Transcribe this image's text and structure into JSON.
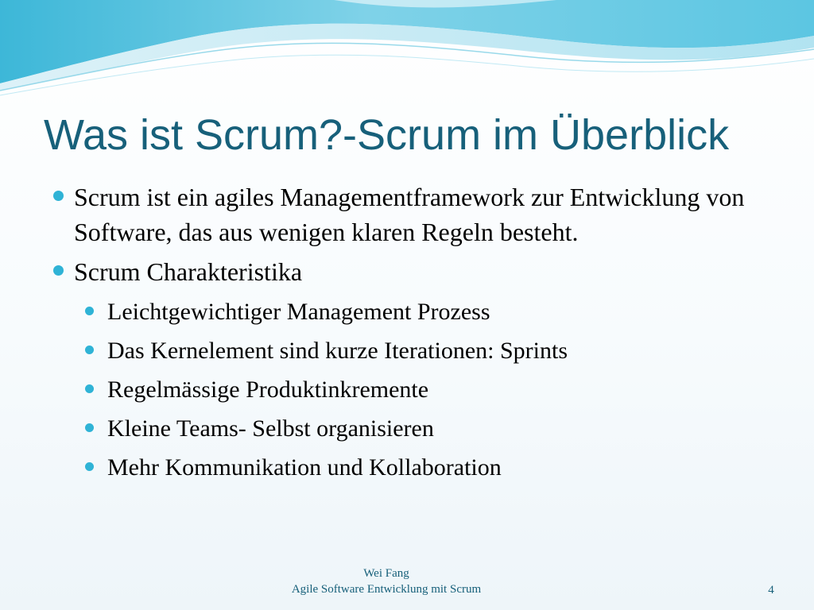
{
  "slide": {
    "title": "Was ist Scrum?-Scrum im Überblick",
    "bullets": [
      {
        "text": "Scrum ist ein agiles Managementframework zur Entwicklung von Software, das aus wenigen klaren Regeln besteht."
      },
      {
        "text": "Scrum Charakteristika",
        "subbullets": [
          "Leichtgewichtiger Management Prozess",
          "Das Kernelement sind kurze Iterationen: Sprints",
          "Regelmässige Produktinkremente",
          "Kleine Teams- Selbst organisieren",
          "Mehr Kommunikation und Kollaboration"
        ]
      }
    ]
  },
  "footer": {
    "author": "Wei Fang",
    "subtitle": "Agile Software Entwicklung mit Scrum",
    "page_number": "4"
  },
  "colors": {
    "title": "#17607a",
    "bullet": "#2fb3d6",
    "wave_dark": "#4ec3df",
    "wave_light": "#bfe6f1"
  }
}
